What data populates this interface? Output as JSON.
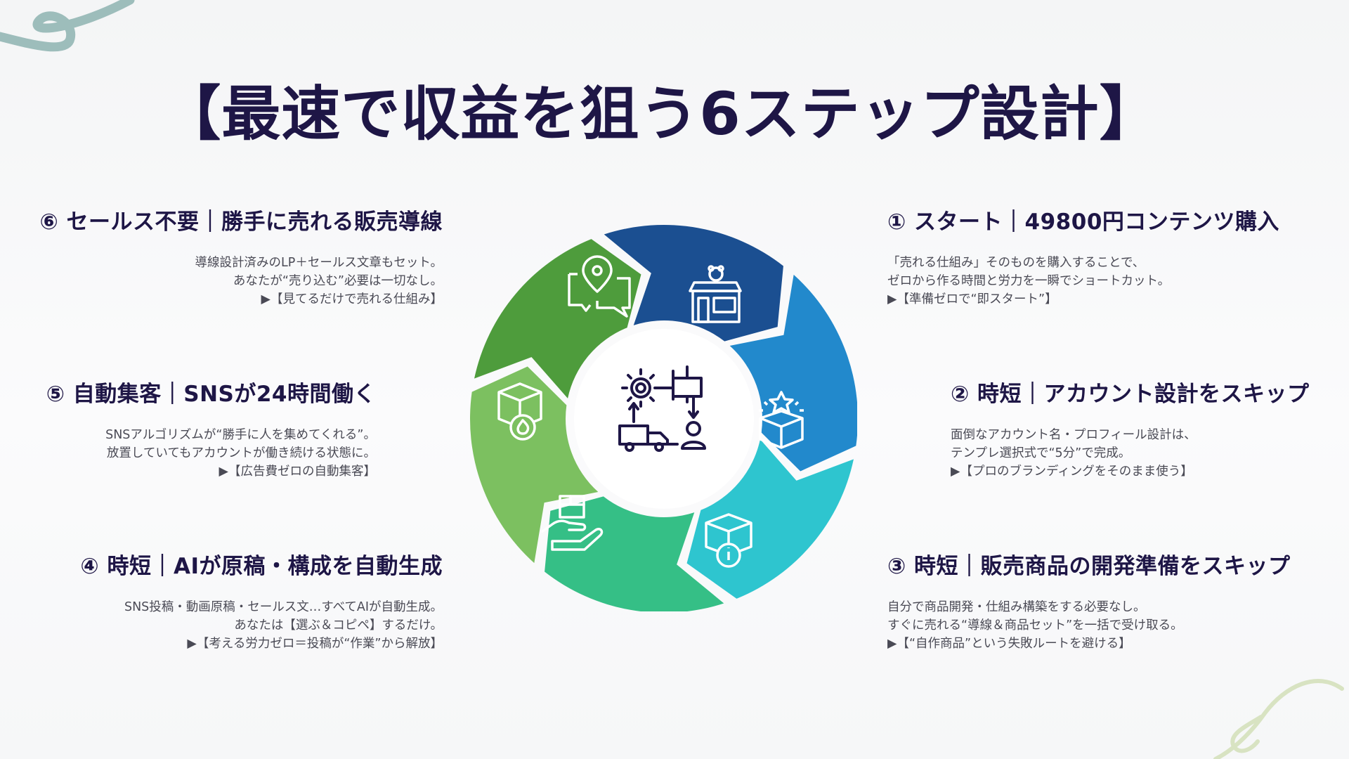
{
  "title": "【最速で収益を狙う6ステップ設計】",
  "colors": {
    "segments": [
      "#1b4f91",
      "#2289cc",
      "#2ec5cf",
      "#35bf86",
      "#7cc060",
      "#4e9c3c"
    ],
    "title": "#1e1646",
    "center": "#ffffff"
  },
  "icons": [
    "shop-icon",
    "gift-box-stars-icon",
    "package-info-icon",
    "hand-package-icon",
    "box-fire-icon",
    "location-chat-icon",
    "logistics-center-icon"
  ],
  "steps": [
    {
      "heading": "① スタート｜49800円コンテンツ購入",
      "lines": [
        "「売れる仕組み」そのものを購入することで、",
        "ゼロから作る時間と労力を一瞬でショートカット。",
        "▶【準備ゼロで“即スタート”】"
      ]
    },
    {
      "heading": "② 時短｜アカウント設計をスキップ",
      "lines": [
        "面倒なアカウント名・プロフィール設計は、",
        "テンプレ選択式で“5分”で完成。",
        "▶【プロのブランディングをそのまま使う】"
      ]
    },
    {
      "heading": "③ 時短｜販売商品の開発準備をスキップ",
      "lines": [
        "自分で商品開発・仕組み構築をする必要なし。",
        "すぐに売れる“導線＆商品セット”を一括で受け取る。",
        "▶【“自作商品”という失敗ルートを避ける】"
      ]
    },
    {
      "heading": "④ 時短｜AIが原稿・構成を自動生成",
      "lines": [
        "SNS投稿・動画原稿・セールス文…すべてAIが自動生成。",
        "あなたは【選ぶ＆コピペ】するだけ。",
        "▶【考える労力ゼロ＝投稿が“作業”から解放】"
      ]
    },
    {
      "heading": "⑤ 自動集客｜SNSが24時間働く",
      "lines": [
        "SNSアルゴリズムが“勝手に人を集めてくれる”。",
        "放置していてもアカウントが働き続ける状態に。",
        "▶【広告費ゼロの自動集客】"
      ]
    },
    {
      "heading": "⑥ セールス不要｜勝手に売れる販売導線",
      "lines": [
        "導線設計済みのLP＋セールス文章もセット。",
        "あなたが“売り込む”必要は一切なし。",
        "▶【見てるだけで売れる仕組み】"
      ]
    }
  ]
}
